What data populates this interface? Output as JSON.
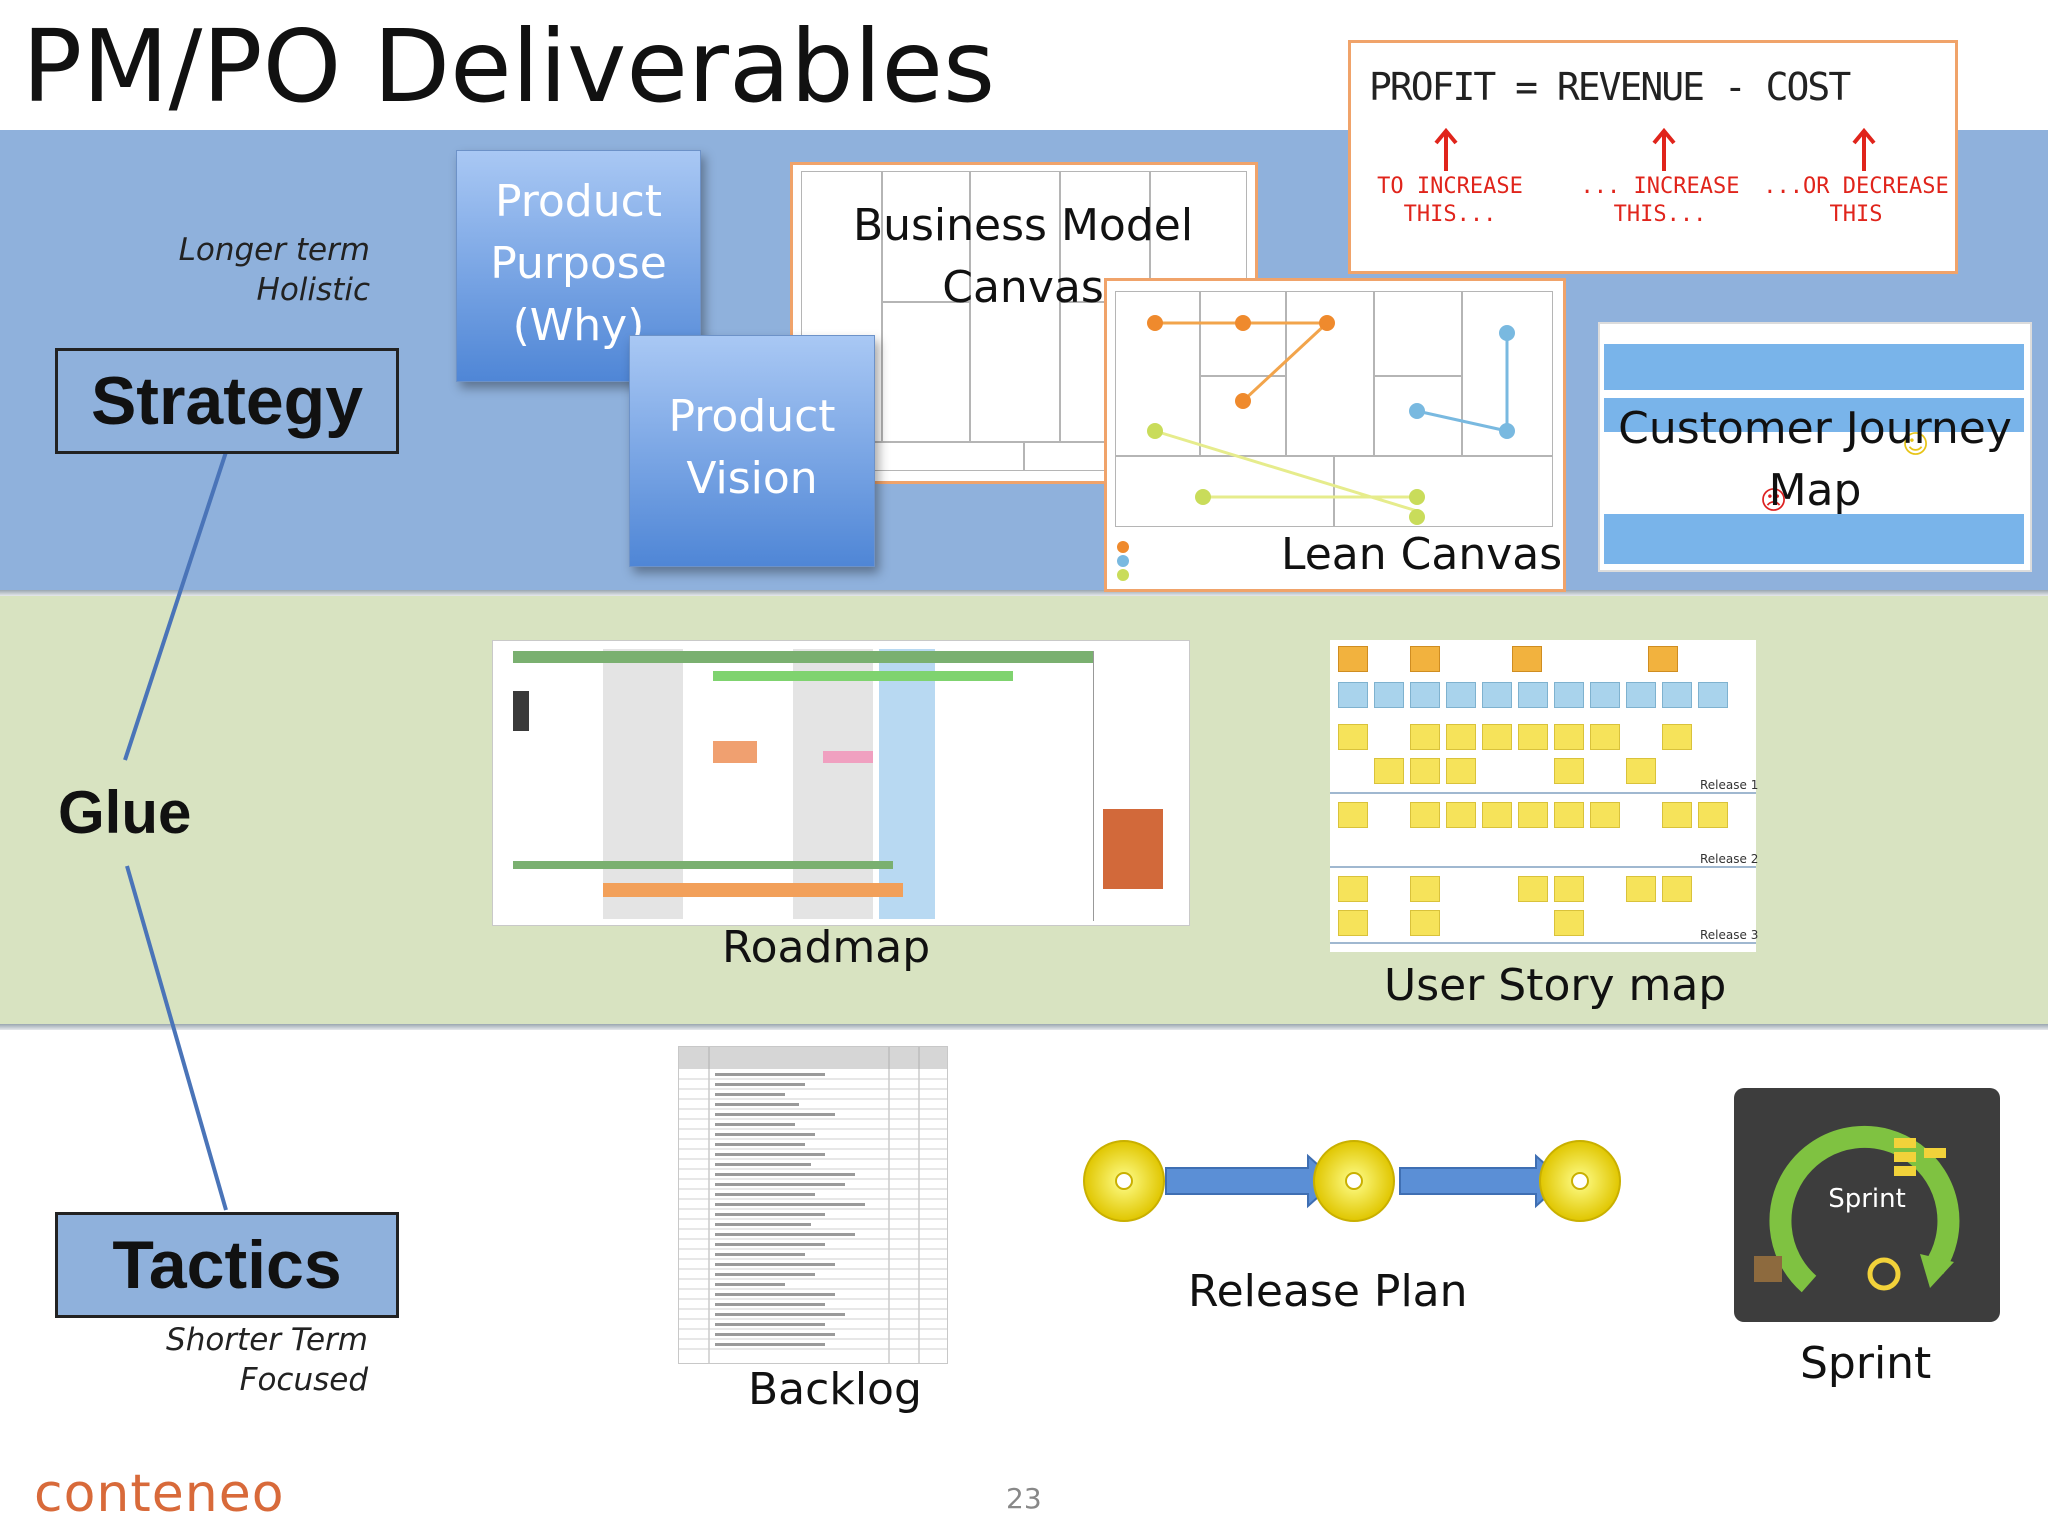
{
  "slide": {
    "title": "PM/PO Deliverables",
    "page_number": "23",
    "logo_text": "conteneo"
  },
  "levels": {
    "strategy": {
      "label": "Strategy",
      "note_line1": "Longer term",
      "note_line2": "Holistic"
    },
    "glue": {
      "label": "Glue"
    },
    "tactics": {
      "label": "Tactics",
      "note_line1": "Shorter Term",
      "note_line2": "Focused"
    }
  },
  "strategy_items": {
    "product_purpose": {
      "line1": "Product",
      "line2": "Purpose",
      "line3": "(Why)"
    },
    "product_vision": {
      "line1": "Product",
      "line2": "Vision"
    },
    "business_model_canvas": {
      "line1": "Business Model",
      "line2": "Canvas"
    },
    "lean_canvas": {
      "caption": "Lean Canvas"
    },
    "customer_journey_map": {
      "line1": "Customer Journey",
      "line2": "Map"
    },
    "profit_equation": {
      "top": "PROFIT = REVENUE - COST",
      "note_left_1": "TO INCREASE",
      "note_left_2": "THIS...",
      "note_mid_1": "... INCREASE",
      "note_mid_2": "THIS...",
      "note_right_1": "...OR DECREASE",
      "note_right_2": "THIS"
    }
  },
  "glue_items": {
    "roadmap": {
      "caption": "Roadmap"
    },
    "user_story_map": {
      "caption": "User Story map",
      "release1": "Release 1",
      "release2": "Release 2",
      "release3": "Release 3"
    }
  },
  "tactics_items": {
    "backlog": {
      "caption": "Backlog"
    },
    "release_plan": {
      "caption": "Release Plan"
    },
    "sprint": {
      "caption": "Sprint",
      "center": "Sprint"
    }
  },
  "colors": {
    "strategy_band": "#8fb1dc",
    "glue_band": "#d8e3c1",
    "connector": "#4a74b8",
    "card_top": "#a9c8f4",
    "card_bottom": "#4f86d6",
    "doc_border": "#f0a36a",
    "marker_red": "#e0241b"
  }
}
